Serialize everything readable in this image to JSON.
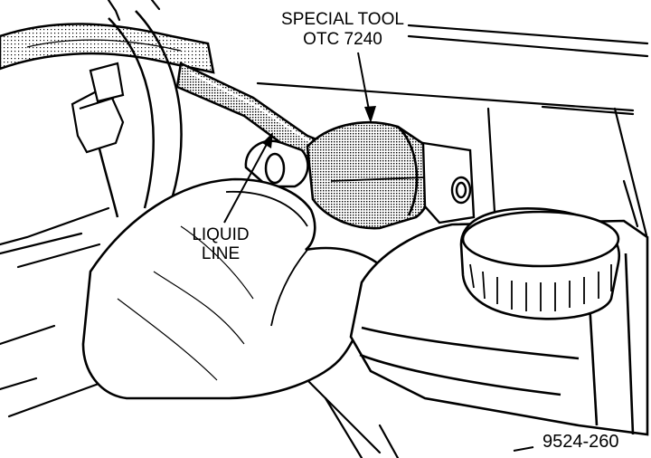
{
  "labels": {
    "special_tool_line1": "SPECIAL TOOL",
    "special_tool_line2": "OTC 7240",
    "liquid_line_line1": "LIQUID",
    "liquid_line_line2": "LINE",
    "figure_number": "9524-260"
  },
  "colors": {
    "ink": "#000000",
    "paper": "#ffffff",
    "shading": "#8c8c8c"
  }
}
